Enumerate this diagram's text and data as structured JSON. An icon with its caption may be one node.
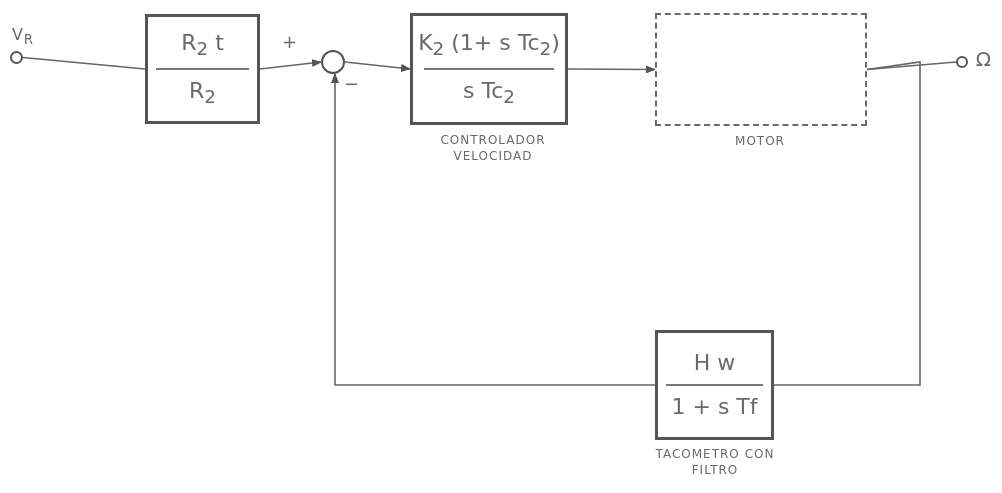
{
  "diagram": {
    "nodes": [
      {
        "text": [],
        "shape": "circle",
        "beside": [
          "V$_{R}$"
        ]
      },
      {
        "text": [
          "R$_{2}$ t",
          "R$_{2}$"
        ]
      },
      {
        "text": [],
        "shape": "circle",
        "beside": [
          "+",
          "−"
        ]
      },
      {
        "text": [
          "K$_{2}$ (1+ s Tc$_{2}$)",
          "s Tc$_{2}$"
        ],
        "beside": [
          "CONTROLADOR VELOCIDAD"
        ]
      },
      {
        "text": [],
        "shape": "box",
        "beside": [
          "MOTOR"
        ]
      },
      {
        "text": [],
        "shape": "circle",
        "beside": [
          "Ω"
        ]
      },
      {
        "text": [
          "H w",
          "1 + s Tf"
        ],
        "beside": [
          "TACOMETRO CON FILTRO"
        ]
      }
    ],
    "edges": [
      {
        "from": 0,
        "to": 1,
        "arrow": "none"
      },
      {
        "from": 1,
        "to": 2,
        "arrow": "to"
      },
      {
        "from": 2,
        "to": 3,
        "arrow": "to"
      },
      {
        "from": 3,
        "to": 4,
        "arrow": "to"
      },
      {
        "from": 4,
        "to": 5,
        "arrow": "none"
      },
      {
        "from": 4,
        "to": 6,
        "arrow": "none"
      },
      {
        "from": 6,
        "to": 2,
        "arrow": "to"
      }
    ]
  }
}
